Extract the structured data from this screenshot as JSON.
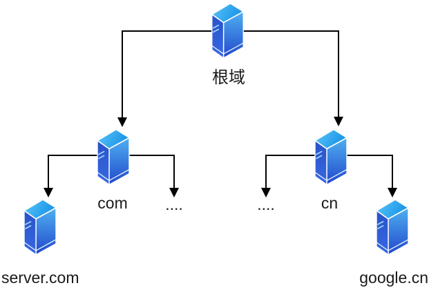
{
  "diagram": {
    "type": "dns-hierarchy-tree",
    "labels": {
      "root": "根域",
      "com": "com",
      "cn": "cn",
      "com_more": "....",
      "cn_more": "....",
      "server_com": "server.com",
      "google_cn": "google.cn"
    },
    "nodes": [
      {
        "id": "root",
        "label": "根域",
        "icon": "server-tower-icon"
      },
      {
        "id": "com",
        "label": "com",
        "icon": "server-tower-icon"
      },
      {
        "id": "cn",
        "label": "cn",
        "icon": "server-tower-icon"
      },
      {
        "id": "com-others",
        "label": "....",
        "icon": "none"
      },
      {
        "id": "cn-others",
        "label": "....",
        "icon": "none"
      },
      {
        "id": "server-com",
        "label": "server.com",
        "icon": "server-tower-icon"
      },
      {
        "id": "google-cn",
        "label": "google.cn",
        "icon": "server-tower-icon"
      }
    ],
    "edges": [
      {
        "from": "root",
        "to": "com",
        "arrow": "down"
      },
      {
        "from": "root",
        "to": "cn",
        "arrow": "down"
      },
      {
        "from": "com",
        "to": "server-com",
        "arrow": "down"
      },
      {
        "from": "com",
        "to": "com-others",
        "arrow": "down"
      },
      {
        "from": "cn",
        "to": "cn-others",
        "arrow": "down"
      },
      {
        "from": "cn",
        "to": "google-cn",
        "arrow": "down"
      }
    ],
    "colors": {
      "background": "#ffffff",
      "line": "#000000",
      "text": "#1a1a1a",
      "server_top_light": "#5cc7f8",
      "server_top_dark": "#1993e8",
      "server_left_top": "#2a52c8",
      "server_left_bottom": "#3668e2",
      "server_right_top": "#4fb0f1",
      "server_right_bottom": "#2148cc",
      "server_edge": "#ffffff",
      "server_slot_mark": "#9fd8f8"
    }
  }
}
